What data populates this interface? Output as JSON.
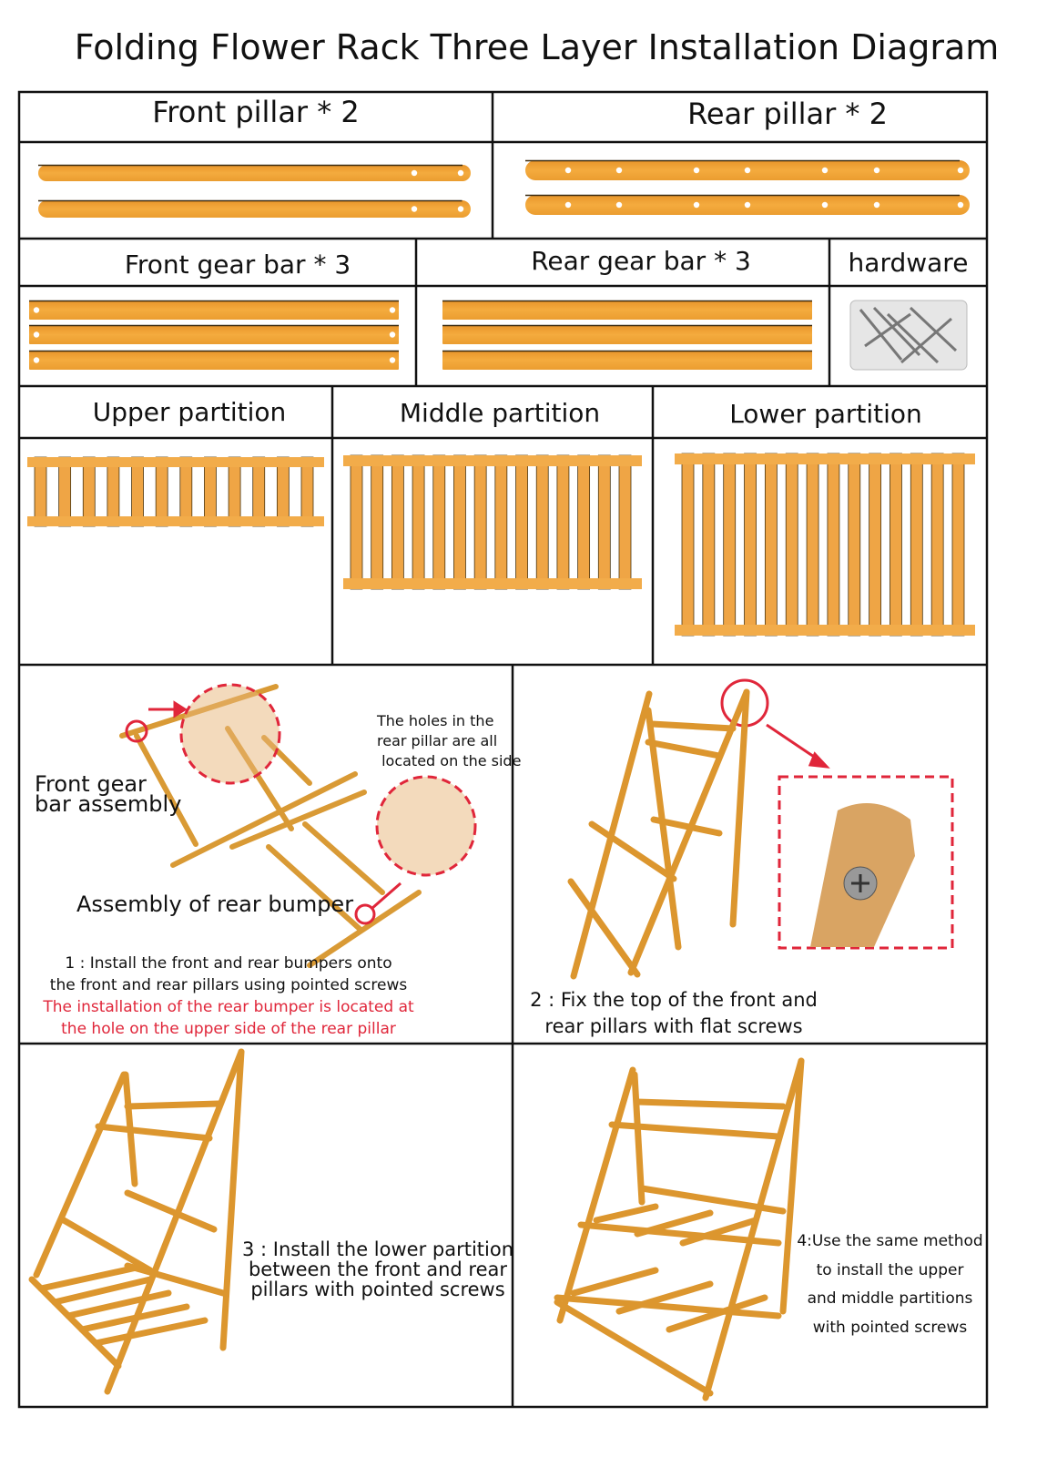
{
  "title": "Folding Flower Rack Three Layer Installation Diagram",
  "parts": {
    "front_pillar": "Front pillar * 2",
    "rear_pillar": "Rear pillar * 2",
    "front_gear_bar": "Front gear bar * 3",
    "rear_gear_bar": "Rear gear bar * 3",
    "hardware": "hardware",
    "upper_partition": "Upper partition",
    "middle_partition": "Middle partition",
    "lower_partition": "Lower partition"
  },
  "step1": {
    "note_holes": [
      "The holes in the",
      "rear pillar are all",
      " located on the side"
    ],
    "label_front": [
      "Front gear",
      "bar assembly"
    ],
    "label_rear": "Assembly of rear bumper",
    "instruction": [
      "1 : Install the front and rear bumpers onto",
      "the front and rear pillars using pointed screws"
    ],
    "warning": [
      "The installation of the rear bumper is located at",
      "the hole on the upper side of the rear pillar"
    ]
  },
  "step2": {
    "instruction": [
      "2 : Fix the top of the front and",
      "rear pillars with flat screws"
    ]
  },
  "step3": {
    "instruction": [
      "3 : Install the lower partition",
      "between the front and rear",
      "pillars with pointed screws"
    ]
  },
  "step4": {
    "instruction": [
      "4:Use the same method",
      "to install the upper",
      "and middle partitions",
      "with pointed screws"
    ]
  },
  "colors": {
    "wood": "#f0a434",
    "accent_red": "#e0263a",
    "border": "#111111"
  }
}
